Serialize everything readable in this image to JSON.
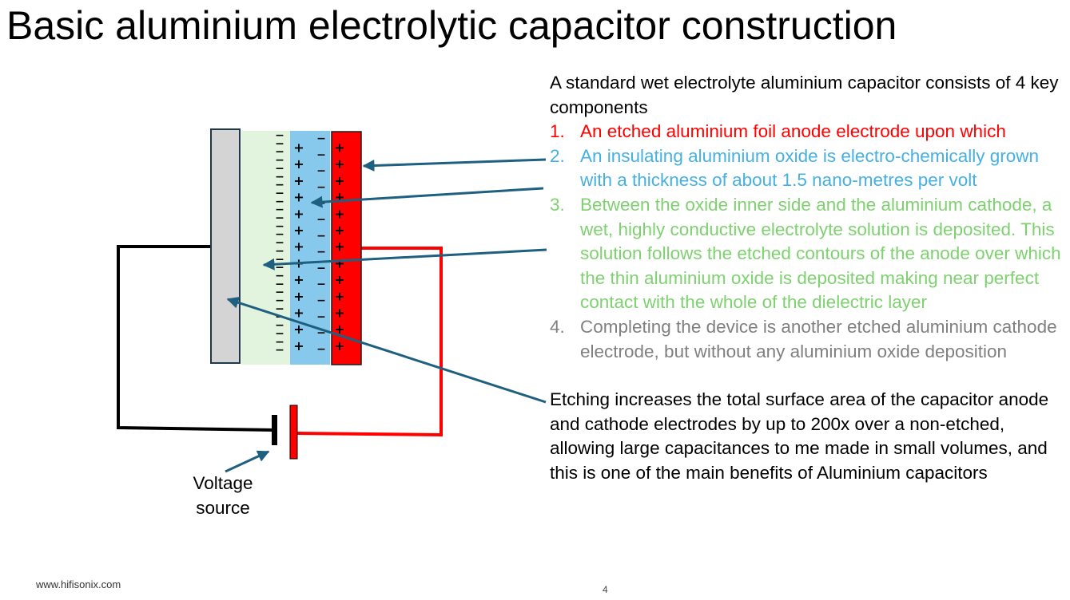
{
  "title": "Basic aluminium electrolytic capacitor  construction",
  "intro": "A standard wet electrolyte aluminium capacitor consists of 4 key components",
  "components": [
    {
      "num": "1.",
      "text": "An etched aluminium foil anode electrode upon which",
      "color": "#ff0000"
    },
    {
      "num": "2.",
      "text": "An  insulating  aluminium oxide is electro-chemically grown with a thickness of about 1.5 nano-metres per volt",
      "color": "#45b0e1"
    },
    {
      "num": "3.",
      "text": "Between the oxide inner side and the aluminium cathode, a wet, highly conductive electrolyte solution is deposited. This solution follows the etched contours of the anode over which the thin aluminium oxide is deposited making near perfect contact with the whole of the dielectric layer",
      "color": "#7ed16f"
    },
    {
      "num": "4.",
      "text": "Completing the device is another etched aluminium cathode electrode, but without any aluminium oxide deposition",
      "color": "#808080"
    }
  ],
  "closing": "Etching increases the total surface area of the capacitor anode and cathode electrodes  by up to 200x over a non-etched, allowing large capacitances to me made in small volumes, and this is one of the main benefits of Aluminium capacitors",
  "voltage_label": "Voltage source",
  "footer_url": "www.hifisonix.com",
  "page_number": "4",
  "diagram": {
    "plus_sign": "+",
    "minus_sign": "−",
    "colors": {
      "anode": "#ff0000",
      "oxide": "#86c9ec",
      "electrolyte": "#e2f4de",
      "cathode": "#d4d4d4",
      "arrow": "#1f5f7f",
      "wire_negative": "#000000",
      "wire_positive": "#ff0000"
    }
  }
}
